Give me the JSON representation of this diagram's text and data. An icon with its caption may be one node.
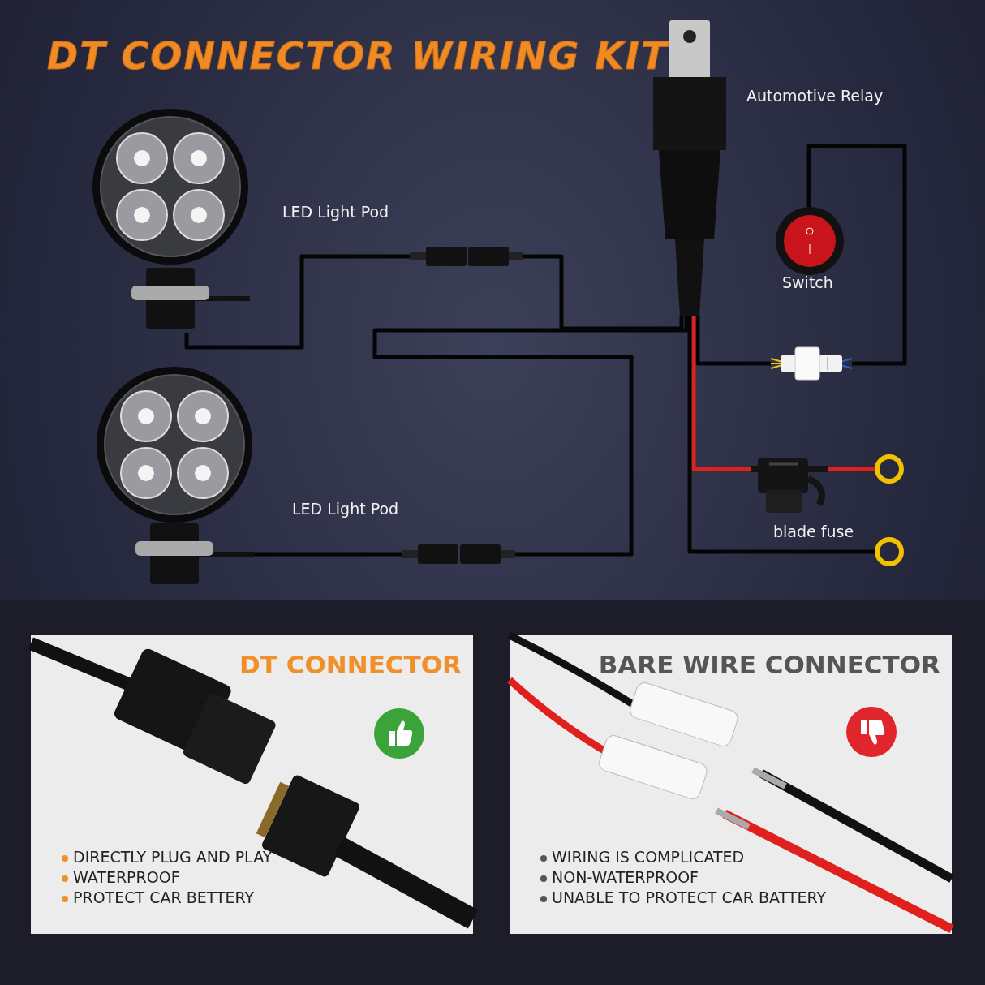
{
  "diagram": {
    "title": "DT CONNECTOR WIRING KIT",
    "nodes": [
      {
        "text": [],
        "shape": "picture",
        "beside": [
          "LED Light Pod"
        ]
      },
      {
        "text": [],
        "shape": "picture",
        "beside": [
          "LED Light Pod"
        ]
      },
      {
        "text": [],
        "shape": "picture",
        "beside": [
          "Automotive Relay"
        ]
      },
      {
        "text": [],
        "shape": "picture",
        "beside": [
          "Switch"
        ]
      },
      {
        "text": [],
        "shape": "picture"
      },
      {
        "text": [],
        "shape": "picture",
        "beside": [
          "blade fuse"
        ]
      },
      {
        "text": [],
        "shape": "circle"
      },
      {
        "text": [],
        "shape": "circle"
      },
      {
        "text": [],
        "shape": "picture"
      },
      {
        "text": [],
        "shape": "picture"
      },
      {
        "text": [
          "DT CONNECTOR",
          "DIRECTLY PLUG AND PLAY",
          "WATERPROOF",
          "PROTECT CAR BETTERY"
        ]
      },
      {
        "text": [
          "BARE WIRE CONNECTOR",
          "WIRING IS COMPLICATED",
          "NON-WATERPROOF",
          "UNABLE TO PROTECT CAR BATTERY"
        ]
      }
    ],
    "edges": [
      {
        "from": 0,
        "to": 8,
        "arrow": "none"
      },
      {
        "from": 8,
        "to": 2,
        "arrow": "none"
      },
      {
        "from": 1,
        "to": 9,
        "arrow": "none"
      },
      {
        "from": 9,
        "to": 2,
        "arrow": "none"
      },
      {
        "from": 2,
        "to": 4,
        "arrow": "none"
      },
      {
        "from": 4,
        "to": 3,
        "arrow": "none"
      },
      {
        "from": 2,
        "to": 5,
        "arrow": "none",
        "color": "#e0201c"
      },
      {
        "from": 5,
        "to": 6,
        "arrow": "none",
        "color": "#e0201c"
      },
      {
        "from": 2,
        "to": 7,
        "arrow": "none"
      }
    ]
  }
}
